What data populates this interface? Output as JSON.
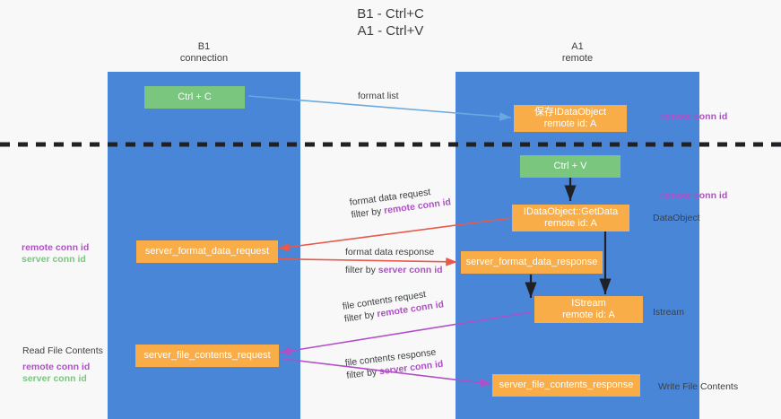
{
  "title": {
    "line1": "B1 - Ctrl+C",
    "line2": "A1 - Ctrl+V"
  },
  "lanes": [
    {
      "id": "b1",
      "name": "B1",
      "role": "connection"
    },
    {
      "id": "a1",
      "name": "A1",
      "role": "remote"
    }
  ],
  "nodes": {
    "ctrl_c": {
      "label": "Ctrl + C"
    },
    "ctrl_v": {
      "label": "Ctrl + V"
    },
    "save_dataobject": {
      "line1": "保存IDataObject",
      "line2": "remote id: A"
    },
    "getdata": {
      "line1": "IDataObject::GetData",
      "line2": "remote id: A"
    },
    "istream": {
      "line1": "IStream",
      "line2": "remote id: A"
    },
    "server_format_data_request": {
      "label": "server_format_data_request"
    },
    "server_format_data_response": {
      "label": "server_format_data_response"
    },
    "server_file_contents_request": {
      "label": "server_file_contents_request"
    },
    "server_file_contents_response": {
      "label": "server_file_contents_response"
    }
  },
  "edges": {
    "format_list": {
      "label": "format list"
    },
    "format_data_request": {
      "line1": "format data request",
      "prefix": "filter by ",
      "key": "remote conn id"
    },
    "format_data_response": {
      "line1": "format data response",
      "prefix": "filter by ",
      "key": "server conn id"
    },
    "file_contents_request": {
      "line1": "file contents request",
      "prefix": "filter by ",
      "key": "remote conn id"
    },
    "file_contents_response": {
      "line1": "file contents response",
      "prefix": "filter by ",
      "key": "server conn id"
    }
  },
  "side_notes": {
    "right_remote_top": "remote conn id",
    "right_remote_mid": "remote conn id",
    "dataobject": "DataObject",
    "istream": "Istream",
    "write_file_contents": "Write File Contents",
    "read_file_contents": "Read File Contents",
    "left_remote": "remote conn id",
    "left_server": "server conn id",
    "left_remote_b": "remote conn id",
    "left_server_b": "server conn id"
  },
  "colors": {
    "lane": "#4a86d8",
    "node_orange": "#f8ad49",
    "node_green": "#7ac67f",
    "arrow_blue": "#6aa8e0",
    "arrow_red": "#e8594a",
    "arrow_purple": "#b14fc8",
    "arrow_black": "#202124",
    "divider": "#202124",
    "background": "#f8f8f8"
  }
}
